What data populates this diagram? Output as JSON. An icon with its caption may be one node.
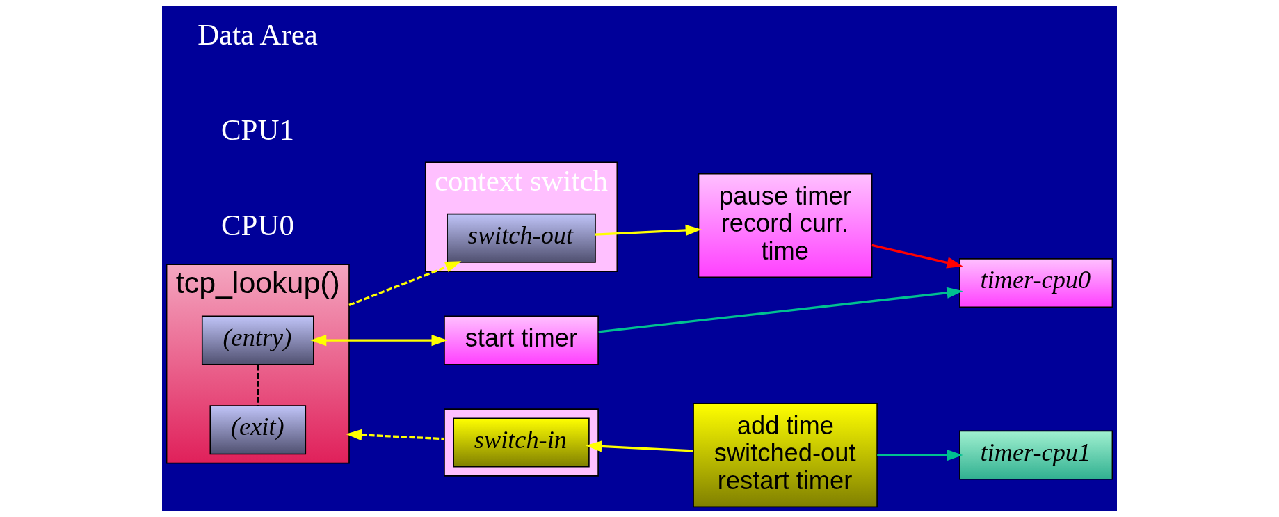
{
  "diagram": {
    "nodes": [
      {
        "text": [
          "tcp_lookup()"
        ]
      },
      {
        "text": [
          "(entry)"
        ],
        "in": 0
      },
      {
        "text": [
          "(exit)"
        ],
        "in": 0
      },
      {
        "text": [
          "context switch"
        ]
      },
      {
        "text": [
          "switch-out"
        ],
        "in": 3
      },
      {
        "text": [],
        "shape": "box"
      },
      {
        "text": [
          "switch-in"
        ],
        "in": 5
      },
      {
        "text": [
          "start timer"
        ]
      },
      {
        "text": [
          "pause timer record curr. time"
        ]
      },
      {
        "text": [
          "add time switched-out restart timer"
        ]
      },
      {
        "text": [
          "timer-cpu0"
        ]
      },
      {
        "text": [
          "timer-cpu1"
        ]
      }
    ],
    "edges": [
      {
        "from": 1,
        "to": 7,
        "arrow": "both"
      },
      {
        "from": 1,
        "to": 2,
        "arrow": "none",
        "style": "dashed",
        "color": "#000000"
      },
      {
        "from": 0,
        "to": 4,
        "arrow": "to",
        "style": "dashed"
      },
      {
        "from": 5,
        "to": 0,
        "arrow": "to",
        "style": "dashed"
      },
      {
        "from": 4,
        "to": 8,
        "arrow": "to"
      },
      {
        "from": 8,
        "to": 10,
        "arrow": "to",
        "color": "#ff0000"
      },
      {
        "from": 7,
        "to": 10,
        "arrow": "to",
        "color": "#00c090"
      },
      {
        "from": 9,
        "to": 6,
        "arrow": "to"
      },
      {
        "from": 9,
        "to": 11,
        "arrow": "to",
        "color": "#00c090"
      }
    ],
    "labels": [
      "CPU0",
      "CPU1",
      "Data Area"
    ]
  }
}
